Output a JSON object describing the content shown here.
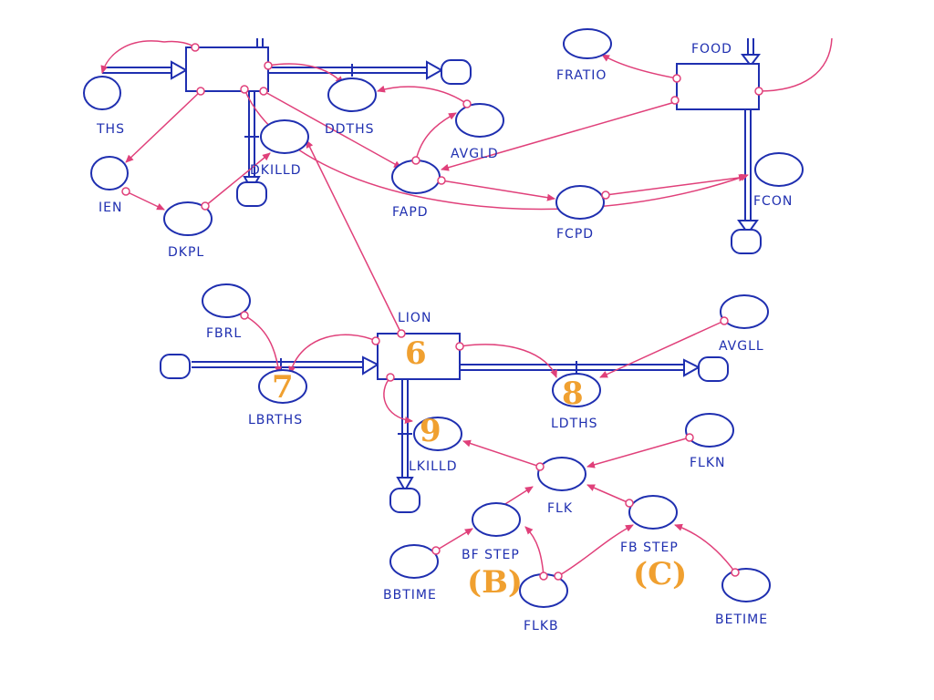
{
  "colors": {
    "node": "#1f2fb0",
    "link": "#e0407a",
    "annotation": "#f0a030"
  },
  "labels": {
    "ths": "THS",
    "dths": "DDTHS",
    "avgld": "AVGLD",
    "fapd": "FAPD",
    "dkilld": "DKILLD",
    "ien": "IEN",
    "dkpl": "DKPL",
    "fratio": "FRATIO",
    "food": "FOOD",
    "fcon": "FCON",
    "fcpd": "FCPD",
    "fbrl": "FBRL",
    "lion": "LION",
    "avgll": "AVGLL",
    "lbrths": "LBRTHS",
    "ldths": "LDTHS",
    "lkilld": "LKILLD",
    "flk": "FLK",
    "flkn": "FLKN",
    "bf_step": "BF STEP",
    "fb_step": "FB STEP",
    "bbtime": "BBTIME",
    "flkb": "FLKB",
    "betime": "BETIME"
  },
  "annotations": {
    "n6": "6",
    "n7": "7",
    "n8": "8",
    "n9": "9",
    "b": "(B)",
    "c": "(C)"
  }
}
